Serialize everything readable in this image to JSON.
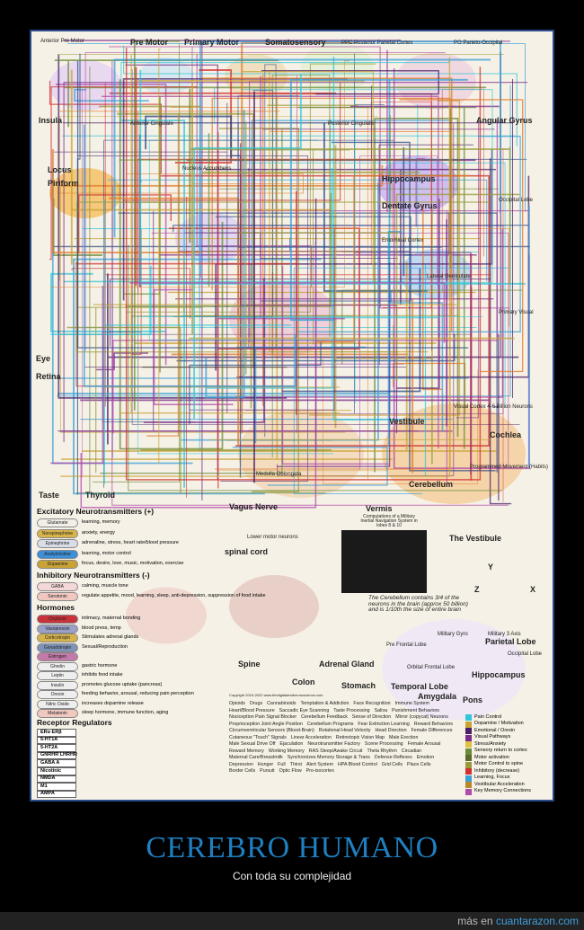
{
  "poster": {
    "region_labels": [
      "Anterior Pre Motor",
      "Pre Motor",
      "Primary Motor",
      "Somatosensory",
      "PPC Posterior Parietal Cortex",
      "PO Parieto-Occipital",
      "Insula",
      "Anterior Cingulate",
      "Posterior Cingulate",
      "Angular Gyrus",
      "Locus",
      "Piriform",
      "Nucleus Accumbens",
      "Hippocampus",
      "Dentate Gyrus",
      "Entorhinal Cortex",
      "Lateral Geniculate",
      "Primary Visual",
      "Occipital Lobe",
      "Vestibule",
      "Cochlea",
      "Medulla Oblongata",
      "Cerebellum",
      "Programmed Movement (Habits)",
      "Vermis",
      "spinal cord",
      "Spine",
      "Lower motor neurons",
      "Pre Frontal Lobe",
      "Orbital Frontal Lobe",
      "Parietal Lobe",
      "Occipital Lobe",
      "Temporal Lobe",
      "Hippocampus",
      "Amygdala",
      "Pons",
      "Visual Cortex 4-6 Billion Neurons",
      "Taste",
      "Thyroid",
      "Eye",
      "Retina",
      "Vagus Nerve",
      "Stomach",
      "Colon",
      "Adrenal Gland"
    ],
    "cerebellum_note": "The Cerebellum contains 3/4 of the neurons in the brain (approx 50 billion) and is 1/10th the size of entire brain",
    "vestibule": {
      "title": "The Vestibule",
      "military": "Military Gyro",
      "axes": "Military 3 Axis",
      "axis_labels": [
        "Y",
        "X",
        "Z"
      ]
    },
    "computation_note": "Computations of a Military Inertial Navigation System in lobes 8 & 10",
    "excitatory": {
      "heading": "Excitatory Neurotransmitters (+)",
      "items": [
        {
          "name": "Glutamate",
          "desc": "learning, memory",
          "color": "#f2efe6"
        },
        {
          "name": "Norepinephrine",
          "desc": "anxiety, energy",
          "color": "#d9b44a"
        },
        {
          "name": "Epinephrine",
          "desc": "adrenaline, stress, heart rate/blood pressure",
          "color": "#d8dde8"
        },
        {
          "name": "Acetylcholine",
          "desc": "learning, motor control",
          "color": "#3d8fd6"
        },
        {
          "name": "Dopamine",
          "desc": "focus, desire, love, music, motivation, exercise",
          "color": "#c9a238"
        }
      ]
    },
    "inhibitory": {
      "heading": "Inhibitory Neurotransmitters (-)",
      "items": [
        {
          "name": "GABA",
          "desc": "calming, muscle tone",
          "color": "#f4d7d7"
        },
        {
          "name": "Serotonin",
          "desc": "regulate appetite, mood, learning, sleep, anti-depression, suppression of food intake",
          "color": "#f1c8c0"
        }
      ]
    },
    "hormones": {
      "heading": "Hormones",
      "items": [
        {
          "name": "Oxytocin",
          "desc": "intimacy, maternal bonding",
          "color": "#c8323a"
        },
        {
          "name": "Vasopressin",
          "desc": "blood press, temp",
          "color": "#9aa0c8"
        },
        {
          "name": "Corticotropin",
          "desc": "Stimulates adrenal glands",
          "color": "#d6b24a"
        },
        {
          "name": "Gonadotropin",
          "desc": "Sexual/Reproduction",
          "color": "#7f93b8"
        },
        {
          "name": "Estrogen",
          "desc": "",
          "color": "#c47aa8"
        },
        {
          "name": "Ghrelin",
          "desc": "gastric hormone",
          "color": "#eee"
        },
        {
          "name": "Leptin",
          "desc": "inhibits food intake",
          "color": "#eee"
        },
        {
          "name": "Insulin",
          "desc": "promotes glucose uptake (pancreas)",
          "color": "#eee"
        },
        {
          "name": "Orexin",
          "desc": "feeding behavior, arousal, reducing pain perception",
          "color": "#eee"
        },
        {
          "name": "Nitric Oxide",
          "desc": "increases dopamine release",
          "color": "#eee"
        },
        {
          "name": "Melatonin",
          "desc": "sleep hormone, immune function, aging",
          "color": "#f1c8c0"
        }
      ]
    },
    "receptors": {
      "heading": "Receptor Regulators",
      "items": [
        "ERα ERβ",
        "5-HT1A",
        "5-HT2A",
        "GNRHR LHRHR",
        "GABA A",
        "Nicotinic",
        "NMDA",
        "M1",
        "AMPA"
      ]
    },
    "legend_middle": [
      "Opioids",
      "Drugs",
      "Cannabinoids",
      "Temptation & Addiction",
      "Face Recognition",
      "Immune System",
      "Heart/Blood Pressure",
      "Saccadic Eye Scanning",
      "Taste Processing",
      "Saliva",
      "Punishment Behaviors",
      "Nociception Pain Signal Blocker",
      "Cerebellum Feedback",
      "Sense of Direction",
      "Mirror (copycat) Neurons",
      "Proprioception Joint Angle Position",
      "Cerebellum Programs",
      "Fear Extinction Learning",
      "Reward Behaviors",
      "Circumventricular Sensors (Blood-Brain)",
      "Rotational Head Velocity",
      "Head Direction",
      "Female Differences",
      "Cutaneous \"Touch\" Signals",
      "Linear Acceleration",
      "Retinotopic Vision Map",
      "Male Erection",
      "Male Sexual Drive Off",
      "Ejaculation",
      "Neurotransmitter Factory",
      "Scene Processing",
      "Female Arousal",
      "Reward Memory",
      "Working Memory",
      "RAS Sleep/Awake Circuit",
      "Theta Rhythm",
      "Circadian",
      "Maternal Care/Breastmilk",
      "Synchronizes Memory Storage & Trans",
      "Defense Reflexes",
      "Emotion",
      "Depression",
      "Hunger",
      "Full",
      "Thirst",
      "Alert System",
      "HPA Blood Control",
      "Grid Cells",
      "Place Cells",
      "Border Cells",
      "Pursuit",
      "Optic Flow",
      "Pro-isocortex"
    ],
    "legend_colors": [
      {
        "label": "Pain Control",
        "color": "#2fc6d8"
      },
      {
        "label": "Dopamine / Motivation",
        "color": "#c9a238"
      },
      {
        "label": "Emotional / Orexin",
        "color": "#4a1f6a"
      },
      {
        "label": "Visual Pathways",
        "color": "#7a2a8a"
      },
      {
        "label": "Stress/Anxiety",
        "color": "#e0c040"
      },
      {
        "label": "Sensory return to cortex",
        "color": "#6a8a3a"
      },
      {
        "label": "Motor activation",
        "color": "#5a6a2a"
      },
      {
        "label": "Motor Control to spine",
        "color": "#9a9a3a"
      },
      {
        "label": "Inhibitory (decrease)",
        "color": "#d03030"
      },
      {
        "label": "Learning, Focus",
        "color": "#3aa0d8"
      },
      {
        "label": "Vestibular Acceleration",
        "color": "#b8882a"
      },
      {
        "label": "Key Memory Connections",
        "color": "#b04aa8"
      }
    ],
    "copyright": "Copyright 2019-2022 www.thedigitalartofneuroscience.com"
  },
  "caption": {
    "title": "CEREBRO HUMANO",
    "subtitle": "Con toda su complejidad"
  },
  "footer": {
    "prefix": "más en",
    "site": "cuantarazon.com"
  }
}
